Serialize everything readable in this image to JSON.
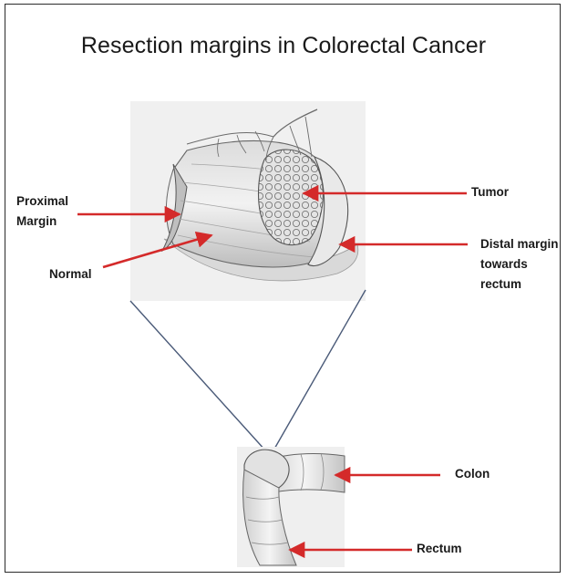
{
  "diagram": {
    "title": "Resection margins in Colorectal Cancer",
    "labels": {
      "proximal_margin": "Proximal\nMargin",
      "normal": "Normal",
      "tumor": "Tumor",
      "distal_margin": "Distal margin\ntowards\nrectum",
      "colon": "Colon",
      "rectum": "Rectum"
    },
    "colors": {
      "arrow": "#d42a2a",
      "connector": "#4a5a78",
      "frame": "#2b2b2b"
    }
  }
}
